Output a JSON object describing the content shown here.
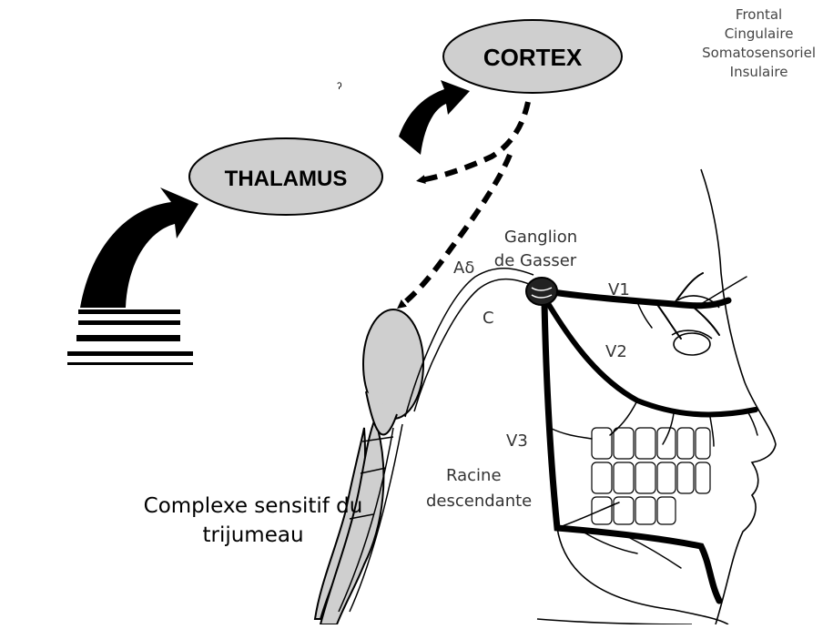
{
  "nodes": {
    "cortex": "CORTEX",
    "thalamus": "THALAMUS"
  },
  "cortex_regions": [
    "Frontal",
    "Cingulaire",
    "Somatosensoriel",
    "Insulaire"
  ],
  "ganglion": {
    "line1": "Ganglion",
    "line2": "de Gasser"
  },
  "fibers": {
    "a_delta": "Aδ",
    "c": "C"
  },
  "branches": {
    "v1": "V1",
    "v2": "V2",
    "v3": "V3"
  },
  "root": {
    "line1": "Racine",
    "line2": "descendante"
  },
  "complex": {
    "line1": "Complexe sensitif du",
    "line2": "trijumeau"
  },
  "stray_mark": "ˀ",
  "colors": {
    "node_fill": "#cfcfcf",
    "stroke": "#000000",
    "label_grey": "#333333"
  }
}
